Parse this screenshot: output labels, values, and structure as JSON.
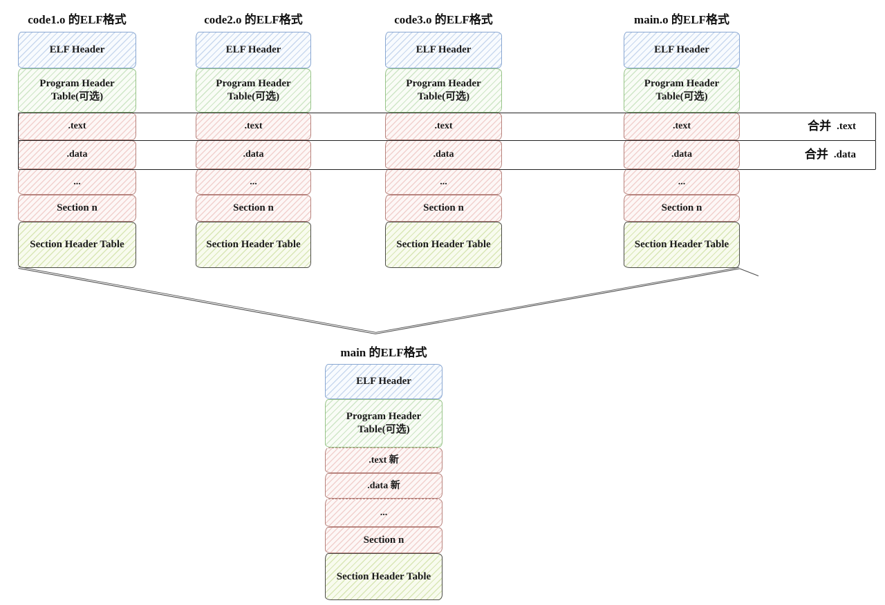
{
  "diagram": {
    "object_files": [
      {
        "title": "code1.o 的ELF格式"
      },
      {
        "title": "code2.o 的ELF格式"
      },
      {
        "title": "code3.o 的ELF格式"
      },
      {
        "title": "main.o 的ELF格式"
      }
    ],
    "object_rows": [
      "ELF Header",
      "Program Header Table(可选)",
      ".text",
      ".data",
      "...",
      "Section n",
      "Section Header Table"
    ],
    "merged_file": {
      "title": "main 的ELF格式",
      "rows": [
        "ELF Header",
        "Program Header Table(可选)",
        ".text 新",
        ".data 新",
        "...",
        "Section n",
        "Section Header Table"
      ]
    },
    "merge_bands": [
      {
        "verb": "合并",
        "target": ".text"
      },
      {
        "verb": "合并",
        "target": ".data"
      }
    ],
    "colors": {
      "elf_header_border": "#89a7d2",
      "program_header_border": "#98c489",
      "section_border": "#b7837d",
      "section_header_table_border": "#4b4b47",
      "band_border": "#202020",
      "funnel_line": "#4a4a4a"
    }
  }
}
